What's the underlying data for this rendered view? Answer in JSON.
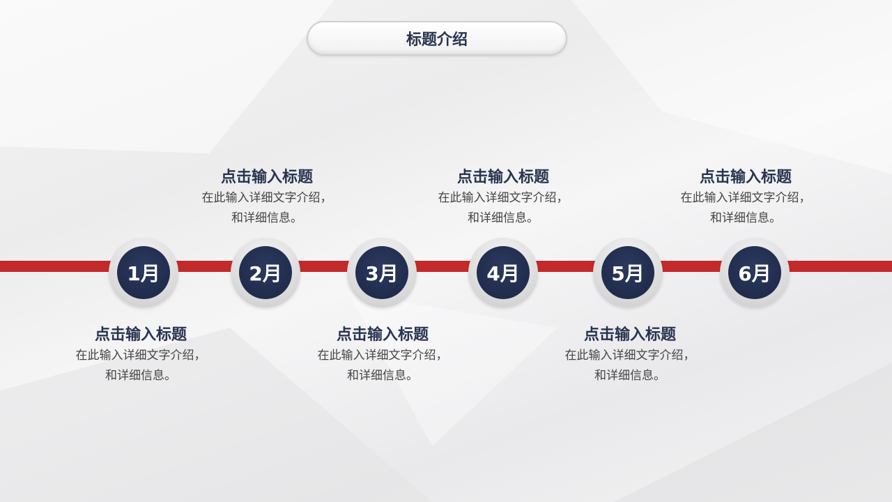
{
  "title": "标题介绍",
  "colors": {
    "accent": "#c22a2b",
    "navy": "#1f2a4c"
  },
  "milestones": [
    {
      "month": "1月",
      "heading": "点击输入标题",
      "line1": "在此输入详细文字介绍，",
      "line2": "和详细信息。",
      "position": "below"
    },
    {
      "month": "2月",
      "heading": "点击输入标题",
      "line1": "在此输入详细文字介绍，",
      "line2": "和详细信息。",
      "position": "above"
    },
    {
      "month": "3月",
      "heading": "点击输入标题",
      "line1": "在此输入详细文字介绍，",
      "line2": "和详细信息。",
      "position": "below"
    },
    {
      "month": "4月",
      "heading": "点击输入标题",
      "line1": "在此输入详细文字介绍，",
      "line2": "和详细信息。",
      "position": "above"
    },
    {
      "month": "5月",
      "heading": "点击输入标题",
      "line1": "在此输入详细文字介绍，",
      "line2": "和详细信息。",
      "position": "below"
    },
    {
      "month": "6月",
      "heading": "点击输入标题",
      "line1": "在此输入详细文字介绍，",
      "line2": "和详细信息。",
      "position": "above"
    }
  ]
}
